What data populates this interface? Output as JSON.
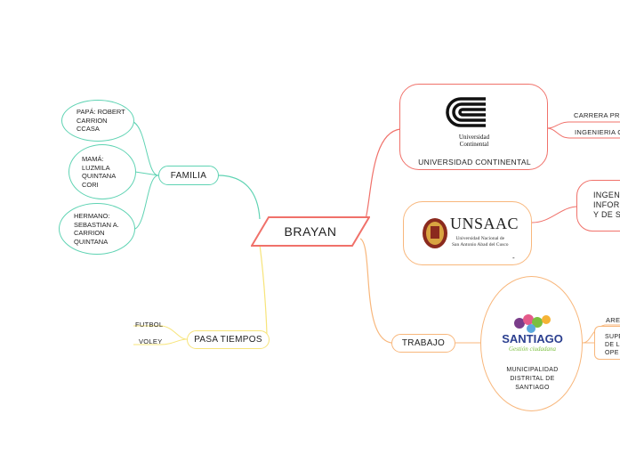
{
  "root": {
    "label": "BRAYAN"
  },
  "familia": {
    "label": "FAMILIA",
    "members": [
      {
        "text": "PAPÁ: ROBERT\nCARRION\nCCASA"
      },
      {
        "text": "MAMÁ:\nLUZMILA\nQUINTANA\nCORI"
      },
      {
        "text": "HERMANO:\nSEBASTIAN A.\nCARRION\nQUINTANA"
      }
    ]
  },
  "pasatiempos": {
    "label": "PASA TIEMPOS",
    "items": [
      "FUTBOL",
      "VOLEY"
    ]
  },
  "universidad": {
    "label": "UNIVERSIDAD CONTINENTAL",
    "logo_text": "Universidad\nContinental",
    "branches": [
      "CARRERA PRO",
      "INGENIERIA C"
    ]
  },
  "unsaac": {
    "logo_title": "UNSAAC",
    "logo_sub": "Universidad Nacional de\nSan Antonio Abad del Cusco",
    "dash": "-",
    "branch": "INGEN\nINFOR\nY DE SI"
  },
  "trabajo": {
    "label": "TRABAJO",
    "muni": "MUNICIPALIDAD\nDISTRITAL DE\nSANTIAGO",
    "logo_title": "SANTIAGO",
    "logo_sub": "Gestión ciudadana",
    "branches": [
      "AREA",
      "SUPE\nDE L\nOPE"
    ]
  },
  "colors": {
    "red": "#f0716a",
    "teal": "#5fd3b3",
    "yellow": "#f7e47a",
    "orange": "#f8b77c",
    "purple": "#7a3d8a",
    "green": "#7bbf3e"
  }
}
